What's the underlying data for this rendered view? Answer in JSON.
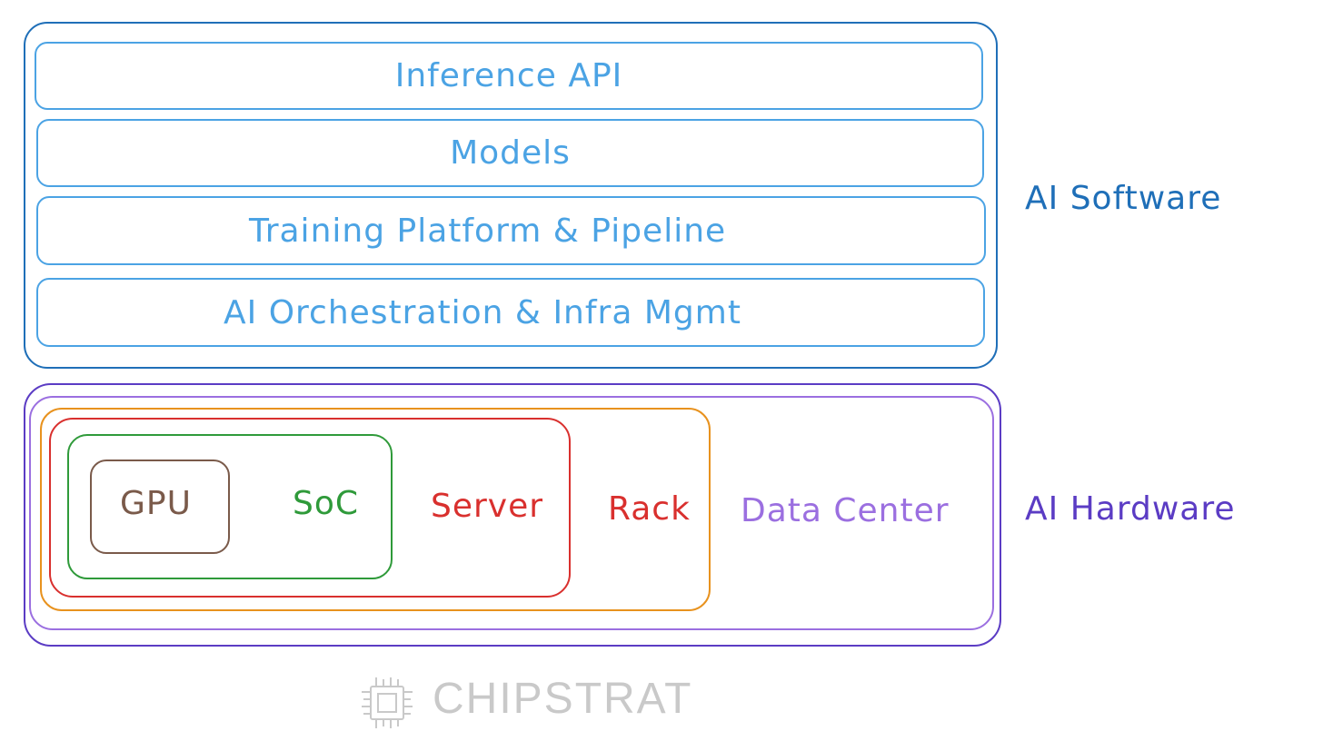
{
  "software": {
    "label": "AI Software",
    "color": "#1f6fb8",
    "layer_color": "#4ba3e4",
    "layers": [
      {
        "label": "Inference API"
      },
      {
        "label": "Models"
      },
      {
        "label": "Training Platform & Pipeline"
      },
      {
        "label": "AI Orchestration & Infra Mgmt"
      }
    ]
  },
  "hardware": {
    "label": "AI Hardware",
    "color": "#5b3cc4",
    "levels": [
      {
        "label": "GPU",
        "color": "#7a5a4a"
      },
      {
        "label": "SoC",
        "color": "#2f9a3a"
      },
      {
        "label": "Server",
        "color": "#d9302e"
      },
      {
        "label": "Rack",
        "color": "#d9302e"
      },
      {
        "label": "Data Center",
        "color": "#9b6fe0"
      }
    ],
    "border_colors": {
      "gpu": "#7a5a4a",
      "soc": "#2f9a3a",
      "server": "#d9302e",
      "rack": "#e8921e",
      "data_center": "#9b6fe0",
      "outer": "#5b3cc4"
    }
  },
  "logo": {
    "text": "CHIPSTRAT",
    "icon": "chip-icon"
  }
}
